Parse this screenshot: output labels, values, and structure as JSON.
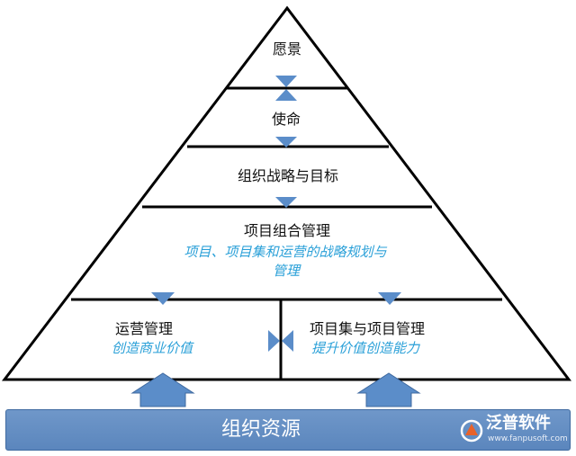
{
  "diagram": {
    "levels": {
      "vision": "愿景",
      "mission": "使命",
      "strategy": "组织战略与目标",
      "portfolio": {
        "title": "项目组合管理",
        "subtitle_line1": "项目、项目集和运营的战略规划与",
        "subtitle_line2": "管理"
      },
      "operations": {
        "title": "运营管理",
        "subtitle": "创造商业价值"
      },
      "programs": {
        "title": "项目集与项目管理",
        "subtitle": "提升价值创造能力"
      }
    },
    "base": "组织资源",
    "colors": {
      "arrow": "#5b8dc9",
      "subtitle": "#2aa0d8",
      "base": "#5b86bd"
    }
  },
  "logo": {
    "name": "泛普软件",
    "url": "www.fanpusoft.com"
  }
}
